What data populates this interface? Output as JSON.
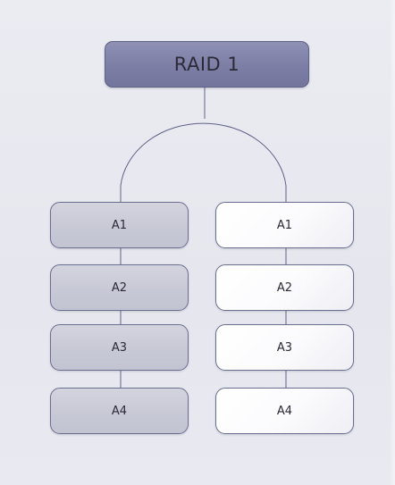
{
  "diagram": {
    "root": {
      "label": "RAID 1"
    },
    "mirrors": [
      {
        "side": "left",
        "blocks": [
          "A1",
          "A2",
          "A3",
          "A4"
        ]
      },
      {
        "side": "right",
        "blocks": [
          "A1",
          "A2",
          "A3",
          "A4"
        ]
      }
    ]
  },
  "colors": {
    "root_fill": "#8485ab",
    "left_disk_fill": "#c9cad7",
    "right_disk_fill": "#ffffff",
    "line": "#5e6284"
  }
}
